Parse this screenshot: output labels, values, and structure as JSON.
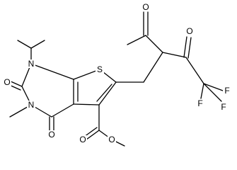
{
  "atom_labels": {
    "n1": "N",
    "n3": "N",
    "s": "S",
    "o_c2": "O",
    "o_c4": "O",
    "o_ester_carbonyl": "O",
    "o_ester_ether": "O",
    "o_acetyl": "O",
    "o_ketone": "O",
    "f_top": "F",
    "f_right": "F",
    "f_bottom": "F"
  }
}
